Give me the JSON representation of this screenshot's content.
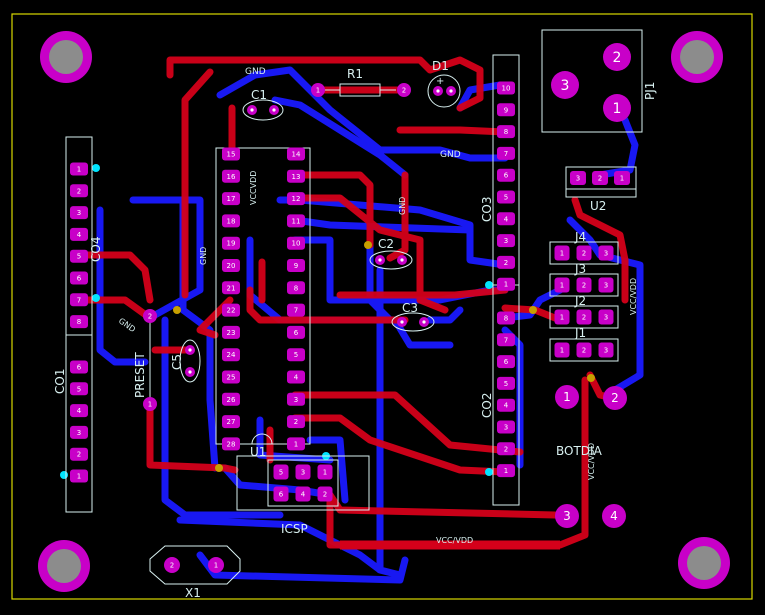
{
  "colors": {
    "background": "#000000",
    "outline": "#d8d800",
    "bottom_trace": "#1a1aff",
    "top_trace": "#d4001a",
    "pad": "#c800c8",
    "pad_text": "#ffffff",
    "silk": "#d8f0f0",
    "via": "#00e5ff",
    "hole": "#8c8c8c"
  },
  "labels": {
    "gnd_top": "GND",
    "gnd_mid": "GND",
    "gnd_u1_left": "GND",
    "gnd_u1_right": "GND",
    "gnd_preset": "GND",
    "vcc_u1": "VCCVDD",
    "vcc_j": "VCC/VDD",
    "vcc_botdia": "VCC/VDD",
    "vcc_bottom": "VCC/VDD",
    "r1": "R1",
    "d1": "D1",
    "d1_plus": "+",
    "c1": "C1",
    "c2": "C2",
    "c3": "C3",
    "c5": "C5",
    "u1": "U1",
    "u2": "U2",
    "co1": "CO1",
    "co2": "CO2",
    "co3": "CO3",
    "co4": "CO4",
    "pj1": "PJ1",
    "j1": "J1",
    "j2": "J2",
    "j3": "J3",
    "j4": "J4",
    "preset": "PRESET",
    "icsp": "ICSP",
    "x1": "X1",
    "botdia": "BOTDIA"
  },
  "u1_left_pins": [
    "15",
    "16",
    "17",
    "18",
    "19",
    "20",
    "21",
    "22",
    "23",
    "24",
    "25",
    "26",
    "27",
    "28"
  ],
  "u1_right_pins": [
    "14",
    "13",
    "12",
    "11",
    "10",
    "9",
    "8",
    "7",
    "6",
    "5",
    "4",
    "3",
    "2",
    "1"
  ],
  "co3_pins": [
    "10",
    "9",
    "8",
    "7",
    "6",
    "5",
    "4",
    "3",
    "2",
    "1"
  ],
  "co2_pins": [
    "8",
    "7",
    "6",
    "5",
    "4",
    "3",
    "2",
    "1"
  ],
  "co4_pins": [
    "1",
    "2",
    "3",
    "4",
    "5",
    "6",
    "7",
    "8"
  ],
  "co1_pins": [
    "6",
    "5",
    "4",
    "3",
    "2",
    "1"
  ],
  "pj1_pins": [
    "3",
    "2",
    "1"
  ],
  "u2_pins": [
    "3",
    "2",
    "1"
  ],
  "j_pins": [
    "1",
    "2",
    "3"
  ],
  "icsp_pins": [
    "5",
    "3",
    "1",
    "6",
    "4",
    "2"
  ],
  "r1_pins": [
    "1",
    "2"
  ],
  "preset_pins": [
    "2",
    "1"
  ],
  "x1_pins": [
    "2",
    "1"
  ],
  "botdia_pins": [
    "1",
    "2",
    "3",
    "4"
  ]
}
